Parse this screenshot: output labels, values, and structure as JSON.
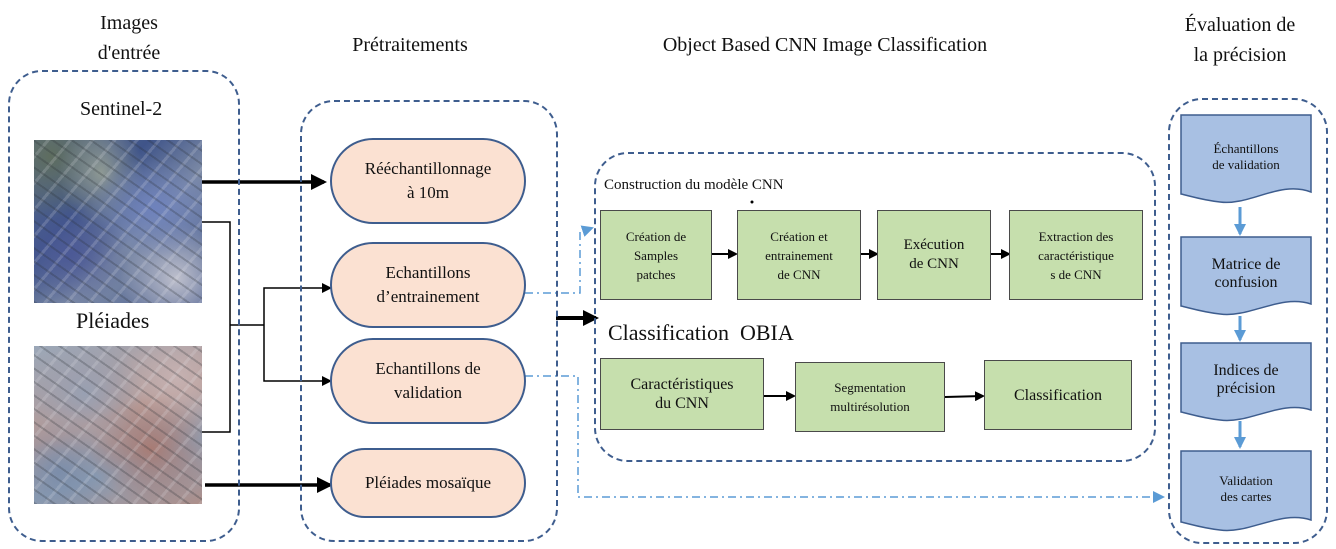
{
  "columns": {
    "input_images": "Images\nd'entrée",
    "preprocessing": "Prétraitements",
    "classification": "Object Based CNN  Image Classification",
    "accuracy": "Évaluation de\nla précision"
  },
  "inputs": {
    "sentinel_label": "Sentinel-2",
    "pleiades_label": "Pléiades"
  },
  "preprocessing_steps": [
    "Rééchantillonnage\nà 10m",
    "Echantillons\nd’entrainement",
    "Echantillons de\nvalidation",
    "Pléiades mosaïque"
  ],
  "cnn_model": {
    "section_label": "Construction du modèle CNN",
    "steps": [
      "Création de\nSamples\npatches",
      "Création et\nentrainement\nde CNN",
      "Exécution\nde CNN",
      "Extraction des\ncaractéristique\ns de CNN"
    ]
  },
  "obia": {
    "section_label": "Classification  OBIA",
    "steps": [
      "Caractéristiques\ndu CNN",
      "Segmentation\nmultirésolution",
      "Classification"
    ]
  },
  "accuracy_steps": [
    "Échantillons\nde validation",
    "Matrice de\nconfusion",
    "Indices de\nprécision",
    "Validation\ndes cartes"
  ],
  "colors": {
    "group_border": "#3e5d8e",
    "stadium_fill": "#fbe1d2",
    "process_fill": "#c6dfad",
    "document_fill": "#a8c0e3",
    "dashed_link": "#5b9bd5",
    "arrow_blue": "#5b9bd5"
  }
}
